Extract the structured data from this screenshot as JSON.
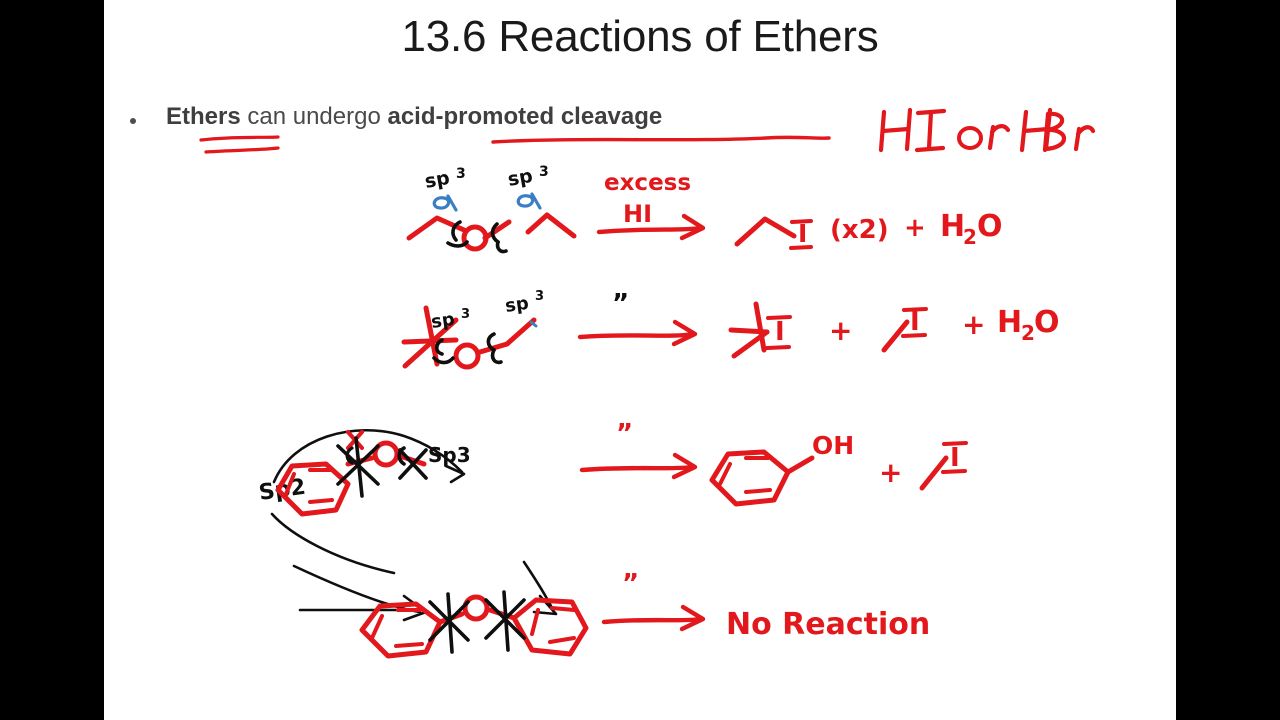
{
  "slide": {
    "title": "13.6 Reactions of Ethers",
    "background_color": "#ffffff",
    "letterbox_color": "#000000",
    "ink_red": "#e2181c",
    "ink_black": "#0f0f0f",
    "ink_blue": "#3a7fc4"
  },
  "bullet": {
    "marker": "•",
    "part1_bold": "Ethers",
    "part2": " can undergo ",
    "part3_bold": "acid-promoted cleavage",
    "underline_double_on": "Ethers",
    "underline_single_on": "acid-promoted cleavage",
    "annotation": "HI or HBr"
  },
  "reactions": [
    {
      "id": "row1",
      "substrate_name": "dipropyl-ether",
      "substrate_labels": [
        "sp",
        "3",
        "sp",
        "3"
      ],
      "alpha_marks": 2,
      "condition_line1": "excess",
      "condition_line2": "HI",
      "arrow": "reaction-arrow",
      "products_text": [
        "I",
        "(x2)",
        "+",
        "H",
        "2",
        "O"
      ],
      "product_summary": "propyl iodide (x2) + H2O"
    },
    {
      "id": "row2",
      "substrate_name": "tert-butyl-ethyl-ether",
      "substrate_labels": [
        "sp",
        "3",
        "sp",
        "3"
      ],
      "condition_line1": "”",
      "arrow": "reaction-arrow",
      "products_text": [
        "I",
        "+",
        "I",
        "+",
        "H",
        "2",
        "O"
      ],
      "product_summary": "tert-butyl iodide + ethyl iodide + H2O"
    },
    {
      "id": "row3",
      "substrate_name": "anisole-methyl-phenyl-ether",
      "substrate_labels": [
        "Sp2",
        "Sp3"
      ],
      "cross_out_mark": "x",
      "condition_line1": "”",
      "arrow": "reaction-arrow",
      "products_text": [
        "OH",
        "+",
        "I"
      ],
      "product_summary": "phenol + methyl iodide"
    },
    {
      "id": "row4",
      "substrate_name": "diphenyl-ether",
      "cross_out_mark": "x",
      "condition_line1": "”",
      "arrow": "reaction-arrow",
      "products_text": [
        "No Reaction"
      ],
      "product_summary": "No Reaction"
    }
  ],
  "labels": {
    "sp": "sp",
    "sp_super": "3",
    "Sp2": "Sp2",
    "Sp3": "Sp3",
    "O": "O",
    "I": "I",
    "OH": "OH",
    "H": "H",
    "two": "2",
    "plus": "+",
    "x2": "(x2)",
    "ditto": "”",
    "excess": "excess",
    "HI": "HI",
    "no_reaction": "No Reaction"
  }
}
